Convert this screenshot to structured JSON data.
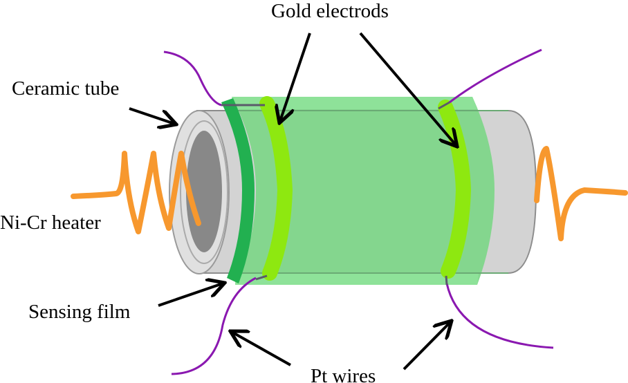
{
  "labels": {
    "gold_electrodes": "Gold electrods",
    "ceramic_tube": "Ceramic tube",
    "heater": "Ni-Cr heater",
    "sensing_film": "Sensing film",
    "pt_wires": "Pt wires"
  },
  "colors": {
    "ceramic_face": "#e0e0e0",
    "ceramic_body": "#d3d3d3",
    "ceramic_outline": "#8c8c8c",
    "tube_bore": "#888888",
    "sensing_film": "#7fd68a",
    "sensing_film_edge": "#8fe39a",
    "film_dark_band": "#22b050",
    "gold_electrode": "#8ee810",
    "pt_wire": "#8a18b0",
    "wire_joint": "#5a5a6a",
    "heater": "#f7982e",
    "arrow": "#000000"
  }
}
